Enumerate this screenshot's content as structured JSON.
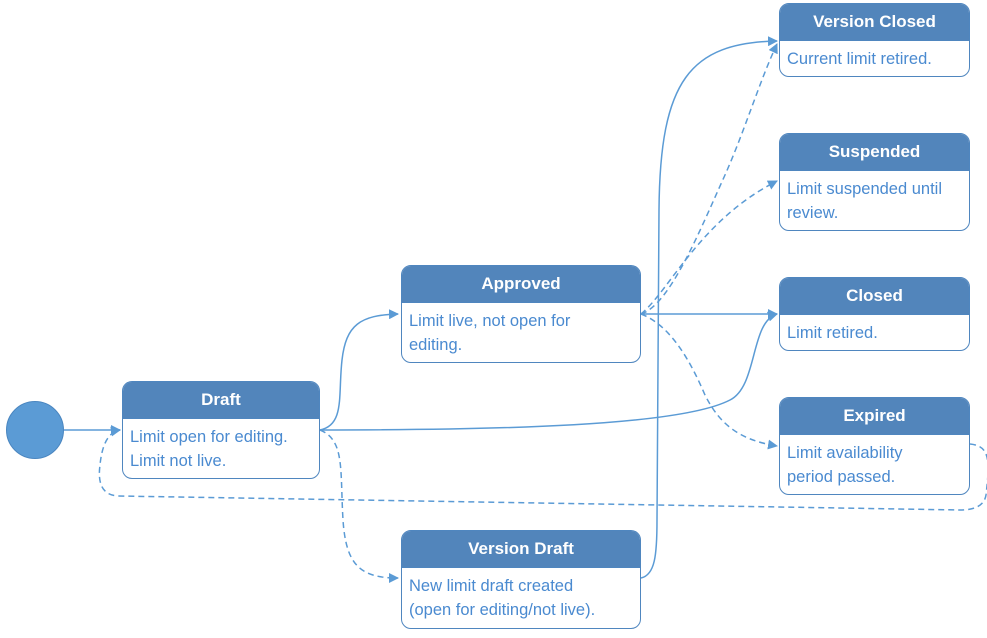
{
  "diagram": {
    "initial_state": "",
    "states": [
      {
        "id": "draft",
        "title": "Draft",
        "description": "Limit open for editing.\nLimit not live."
      },
      {
        "id": "approved",
        "title": "Approved",
        "description": "Limit live, not open for\nediting."
      },
      {
        "id": "version_draft",
        "title": "Version Draft",
        "description": "New limit draft created\n(open for editing/not live)."
      },
      {
        "id": "version_closed",
        "title": "Version Closed",
        "description": "Current limit retired."
      },
      {
        "id": "suspended",
        "title": "Suspended",
        "description": "Limit suspended until\nreview."
      },
      {
        "id": "closed",
        "title": "Closed",
        "description": "Limit retired."
      },
      {
        "id": "expired",
        "title": "Expired",
        "description": "Limit availability\nperiod passed."
      }
    ],
    "transitions": [
      {
        "from": "start",
        "to": "draft",
        "style": "solid"
      },
      {
        "from": "draft",
        "to": "approved",
        "style": "solid"
      },
      {
        "from": "draft",
        "to": "closed",
        "style": "solid"
      },
      {
        "from": "draft",
        "to": "version_draft",
        "style": "dashed"
      },
      {
        "from": "approved",
        "to": "closed",
        "style": "solid"
      },
      {
        "from": "approved",
        "to": "version_closed",
        "style": "dashed"
      },
      {
        "from": "approved",
        "to": "suspended",
        "style": "dashed"
      },
      {
        "from": "approved",
        "to": "expired",
        "style": "dashed"
      },
      {
        "from": "version_draft",
        "to": "version_closed",
        "style": "solid"
      },
      {
        "from": "expired",
        "to": "draft",
        "style": "dashed"
      }
    ],
    "colors": {
      "header_fill": "#5285bb",
      "header_text": "#ffffff",
      "body_text": "#4a8ad0",
      "border": "#4f86bf",
      "edge": "#5b9bd5",
      "start_fill": "#5b9bd5"
    }
  }
}
